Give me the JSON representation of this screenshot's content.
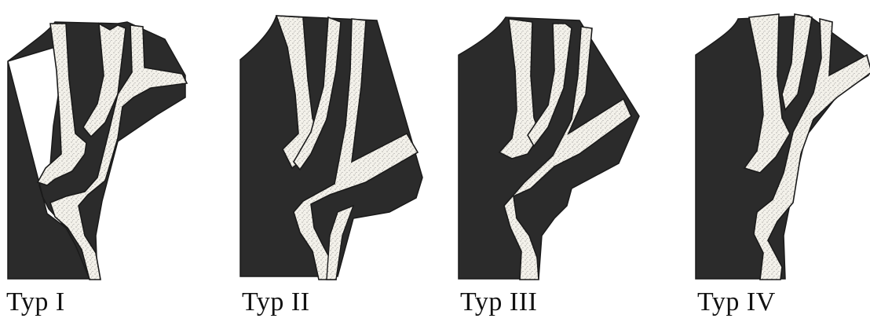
{
  "colors": {
    "dark_fill": "#2b2b2b",
    "light_fill": "#f3f1ea",
    "outline": "#1a1a1a"
  },
  "panels": [
    {
      "label": "Typ I"
    },
    {
      "label": "Typ II"
    },
    {
      "label": "Typ III"
    },
    {
      "label": "Typ IV"
    }
  ]
}
